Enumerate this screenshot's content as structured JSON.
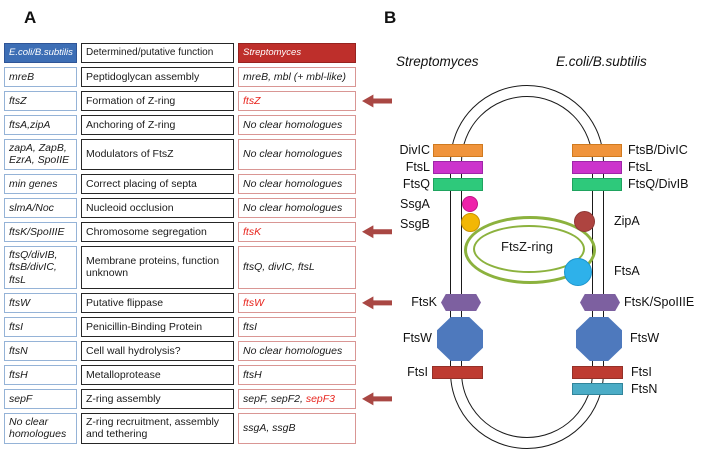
{
  "panel_a": {
    "label": "A",
    "table": {
      "headers": [
        "E.coli/B.subtilis",
        "Determined/putative function",
        "Streptomyces"
      ],
      "rows": [
        {
          "ec": "mreB",
          "fn": "Peptidoglycan assembly",
          "st": [
            {
              "t": "mreB, mbl (+ mbl-like)"
            }
          ],
          "arrow": false
        },
        {
          "ec": "ftsZ",
          "fn": "Formation of Z-ring",
          "st": [
            {
              "t": "ftsZ",
              "red": true
            }
          ],
          "arrow": true
        },
        {
          "ec": "ftsA,zipA",
          "fn": "Anchoring of Z-ring",
          "st": [
            {
              "t": "No clear homologues"
            }
          ],
          "arrow": false
        },
        {
          "ec": "zapA, ZapB, EzrA, SpoIIE",
          "fn": "Modulators of FtsZ",
          "st": [
            {
              "t": "No clear homologues"
            }
          ],
          "arrow": false
        },
        {
          "ec": "min genes",
          "fn": "Correct placing of septa",
          "st": [
            {
              "t": "No clear homologues"
            }
          ],
          "arrow": false
        },
        {
          "ec": "slmA/Noc",
          "fn": "Nucleoid occlusion",
          "st": [
            {
              "t": "No clear homologues"
            }
          ],
          "arrow": false
        },
        {
          "ec": "ftsK/SpoIIIE",
          "fn": "Chromosome segregation",
          "st": [
            {
              "t": "ftsK",
              "red": true
            }
          ],
          "arrow": true
        },
        {
          "ec": "ftsQ/divIB, ftsB/divIC, ftsL",
          "fn": "Membrane proteins, function unknown",
          "st": [
            {
              "t": "ftsQ, divIC, ftsL"
            }
          ],
          "arrow": false
        },
        {
          "ec": "ftsW",
          "fn": "Putative flippase",
          "st": [
            {
              "t": "ftsW",
              "red": true
            }
          ],
          "arrow": true
        },
        {
          "ec": "ftsI",
          "fn": "Penicillin-Binding Protein",
          "st": [
            {
              "t": "ftsI"
            }
          ],
          "arrow": false
        },
        {
          "ec": "ftsN",
          "fn": "Cell wall hydrolysis?",
          "st": [
            {
              "t": "No clear homologues"
            }
          ],
          "arrow": false
        },
        {
          "ec": "ftsH",
          "fn": "Metalloprotease",
          "st": [
            {
              "t": "ftsH"
            }
          ],
          "arrow": false
        },
        {
          "ec": "sepF",
          "fn": "Z-ring assembly",
          "st": [
            {
              "t": "sepF, sepF2, "
            },
            {
              "t": "sepF3",
              "red": true
            }
          ],
          "arrow": true
        },
        {
          "ec": "No clear homologues",
          "fn": "Z-ring recruitment, assembly and tethering",
          "st": [
            {
              "t": "ssgA, ssgB"
            }
          ],
          "arrow": false
        }
      ]
    }
  },
  "panel_b": {
    "label": "B",
    "titles": {
      "left": "Streptomyces",
      "right": "E.coli/B.subtilis"
    },
    "ring_label": "FtsZ-ring",
    "left": {
      "divic": "DivIC",
      "ftsl": "FtsL",
      "ftsq": "FtsQ",
      "ssga": "SsgA",
      "ssgb": "SsgB",
      "ftsk": "FtsK",
      "ftsw": "FtsW",
      "ftsi": "FtsI"
    },
    "right": {
      "ftsb_divic": "FtsB/DivIC",
      "ftsl": "FtsL",
      "ftsq_divib": "FtsQ/DivIB",
      "zipa": "ZipA",
      "ftsa": "FtsA",
      "ftsk_spoiiie": "FtsK/SpoIIIE",
      "ftsw": "FtsW",
      "ftsi": "FtsI",
      "ftsn": "FtsN"
    }
  },
  "colors": {
    "header_blue": "#3D6EB5",
    "header_red": "#BE2F2B",
    "col1_border": "#95B3D7",
    "col3_border": "#D99694",
    "red_gene_text": "#E8261F",
    "arrow": "#A94743",
    "bar_orange": "#F0943C",
    "bar_magenta": "#CC33CC",
    "bar_green": "#2EC97B",
    "bar_red": "#BE3B31",
    "bar_teal": "#4BACC6",
    "circle_pink": "#EE22AA",
    "circle_gold": "#F2B705",
    "circle_brick": "#AE4440",
    "circle_blue": "#2EB1EA",
    "ring_green": "#8CB23E",
    "hexagon_purple": "#7D60A0",
    "octagon_blue": "#4E79BD"
  }
}
